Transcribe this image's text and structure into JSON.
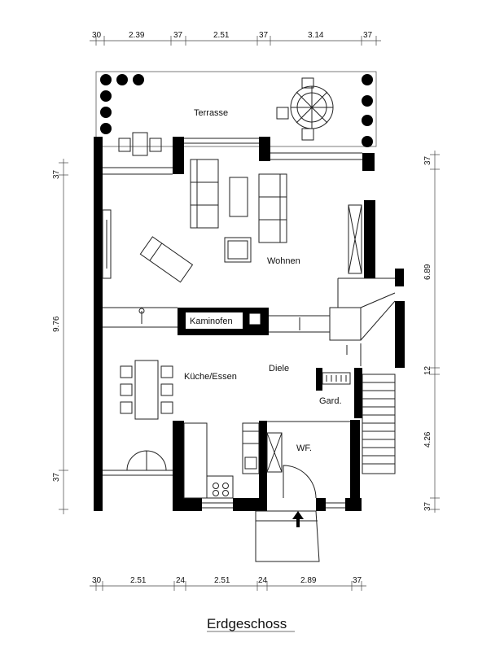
{
  "title": "Erdgeschoss",
  "dimensions": {
    "top": [
      "30",
      "2.39",
      "37",
      "2.51",
      "37",
      "3.14",
      "37"
    ],
    "bottom": [
      "30",
      "2.51",
      "24",
      "2.51",
      "24",
      "2.89",
      "37"
    ],
    "left": [
      "37",
      "9.76",
      "37"
    ],
    "right": [
      "37",
      "6.89",
      "12",
      "4.26",
      "37"
    ]
  },
  "rooms": {
    "terrasse": "Terrasse",
    "wohnen": "Wohnen",
    "kaminofen": "Kaminofen",
    "kueche": "Küche/Essen",
    "diele": "Diele",
    "garderobe": "Gard.",
    "wc": "WF."
  },
  "colors": {
    "wall": "#000000",
    "line": "#222222",
    "background": "#ffffff"
  }
}
